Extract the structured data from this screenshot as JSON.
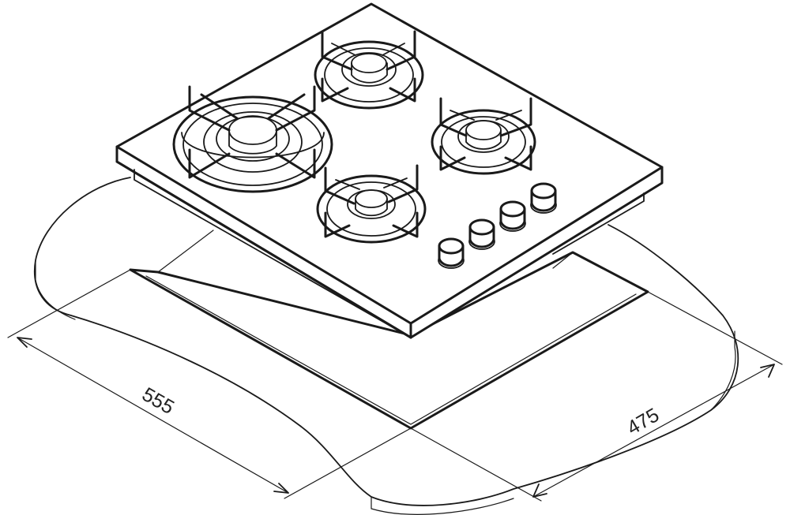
{
  "dimensions": {
    "width": {
      "value": "555"
    },
    "depth": {
      "value": "475"
    }
  },
  "burners": [
    {
      "id": "left-large",
      "type": "large"
    },
    {
      "id": "back-center",
      "type": "medium"
    },
    {
      "id": "right",
      "type": "medium"
    },
    {
      "id": "front-center",
      "type": "small"
    }
  ],
  "knobs_count": 4,
  "colors": {
    "line": "#1a1a1a",
    "background": "#ffffff"
  }
}
